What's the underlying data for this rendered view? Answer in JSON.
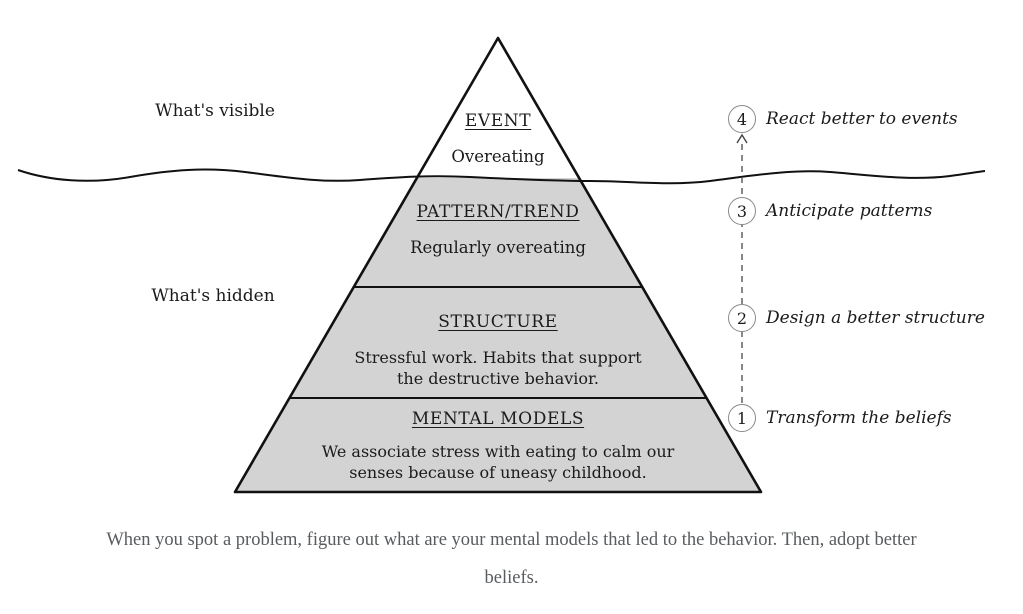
{
  "zones": {
    "visible_label": "What's visible",
    "hidden_label": "What's hidden"
  },
  "pyramid": {
    "levels": [
      {
        "title": "EVENT",
        "body": "Overeating"
      },
      {
        "title": "PATTERN/TREND",
        "body": "Regularly overeating"
      },
      {
        "title": "STRUCTURE",
        "body_line1": "Stressful work. Habits that support",
        "body_line2": "the destructive behavior."
      },
      {
        "title": "MENTAL MODELS",
        "body_line1": "We associate stress with eating to calm our",
        "body_line2": "senses because of uneasy childhood."
      }
    ]
  },
  "leverage_points": [
    {
      "number": "4",
      "label": "React better to events"
    },
    {
      "number": "3",
      "label": "Anticipate patterns"
    },
    {
      "number": "2",
      "label": "Design a better structure"
    },
    {
      "number": "1",
      "label": "Transform the beliefs"
    }
  ],
  "caption": {
    "line1": "When you spot a problem, figure out what are your mental models that led to the behavior. Then, adopt better",
    "line2": "beliefs."
  },
  "colors": {
    "iceberg_fill": "#d3d3d3",
    "outline": "#111111",
    "circle_stroke": "#8a8a8a",
    "caption_text": "#585c5f"
  }
}
